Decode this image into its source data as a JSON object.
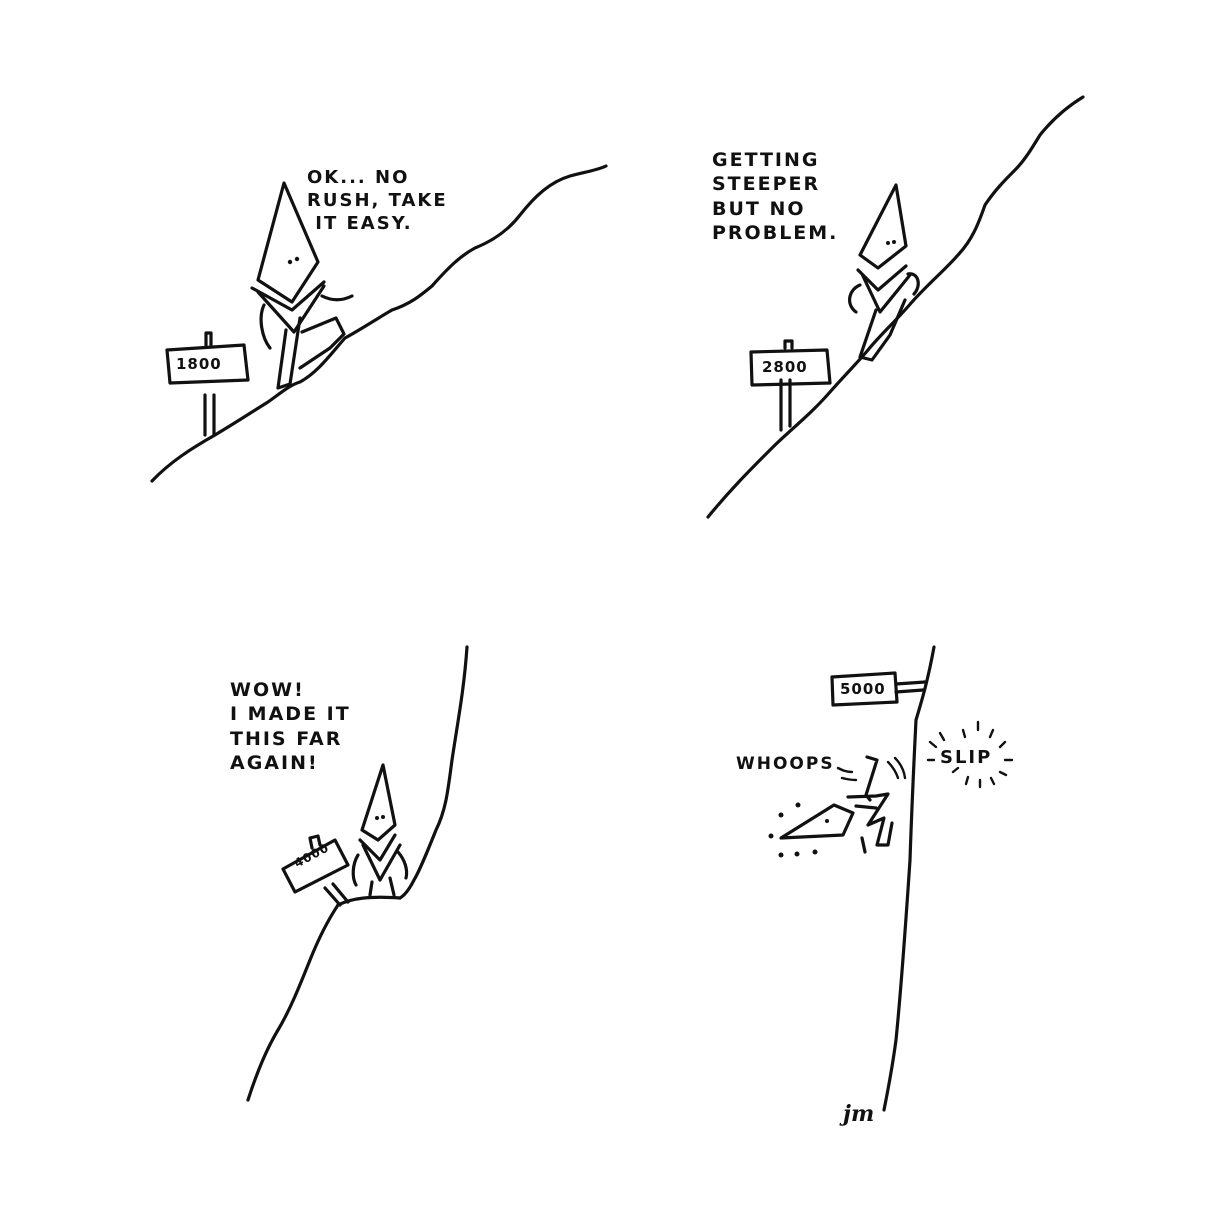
{
  "comic": {
    "panels": [
      {
        "id": 1,
        "speech": "OK... NO\nRUSH, TAKE\n iT EASY.",
        "sign": "1800",
        "scene": "gnome walking up gentle slope"
      },
      {
        "id": 2,
        "speech": "GETTiNG\nSTEEPER\nBUT NO\nPROBLEM.",
        "sign": "2800",
        "scene": "gnome climbing steeper slope"
      },
      {
        "id": 3,
        "speech": "WOW!\nI MADE iT\nTHiS FAR\nAGAiN!",
        "sign": "4000",
        "scene": "gnome standing on ledge of near-vertical cliff"
      },
      {
        "id": 4,
        "exclamation": "WHOOPS",
        "sound_effect": "SLiP",
        "sign": "5000",
        "scene": "gnome falling off vertical cliff"
      }
    ],
    "signature": "jm",
    "colors": {
      "ink": "#111111",
      "background": "#ffffff"
    }
  }
}
